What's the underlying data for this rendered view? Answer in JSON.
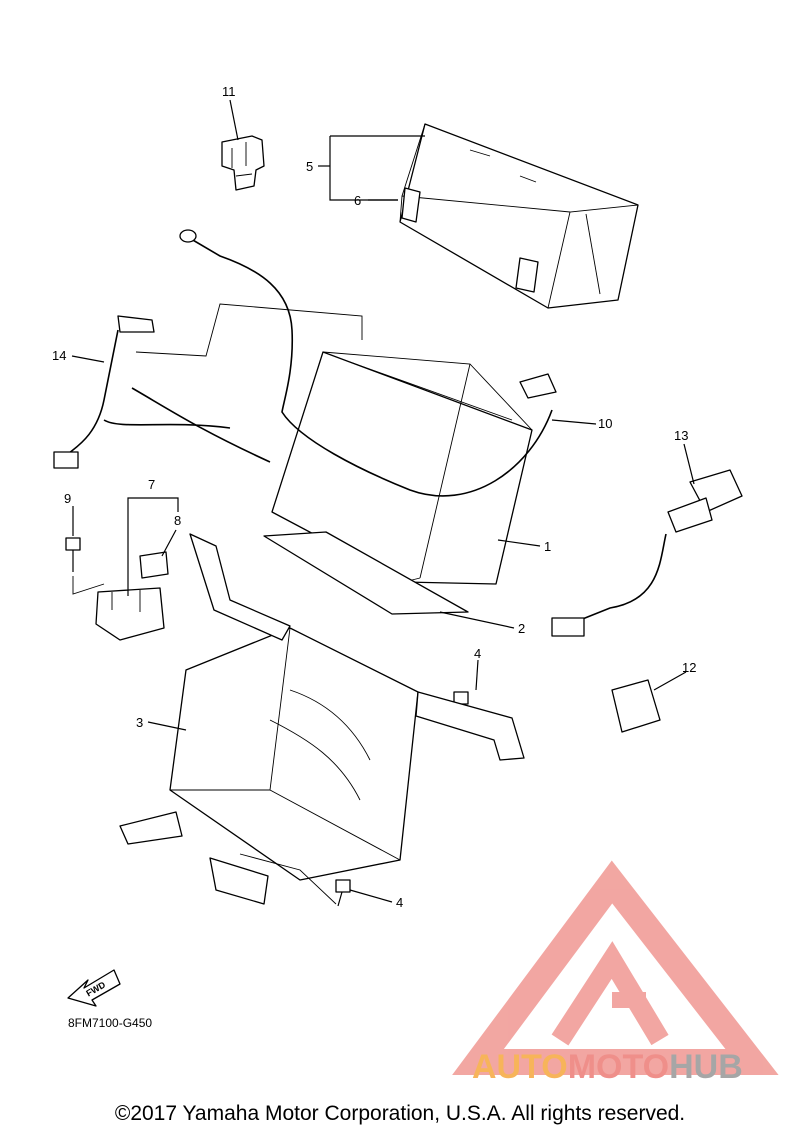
{
  "callouts": [
    {
      "id": "c1",
      "label": "1"
    },
    {
      "id": "c2",
      "label": "2"
    },
    {
      "id": "c3",
      "label": "3"
    },
    {
      "id": "c4a",
      "label": "4"
    },
    {
      "id": "c4b",
      "label": "4"
    },
    {
      "id": "c5",
      "label": "5"
    },
    {
      "id": "c6",
      "label": "6"
    },
    {
      "id": "c7",
      "label": "7"
    },
    {
      "id": "c8",
      "label": "8"
    },
    {
      "id": "c9",
      "label": "9"
    },
    {
      "id": "c10",
      "label": "10"
    },
    {
      "id": "c11",
      "label": "11"
    },
    {
      "id": "c12",
      "label": "12"
    },
    {
      "id": "c13",
      "label": "13"
    },
    {
      "id": "c14",
      "label": "14"
    }
  ],
  "fwd_label": "FWD",
  "diagram_code": "8FM7100-G450",
  "watermark": {
    "part1": "AUTO",
    "part2": "MOTO",
    "part3": "HUB",
    "colors": {
      "orange": "#f7b45a",
      "pink": "#ef8f8a",
      "gray": "#a6a6a6",
      "logo": "#f19d98"
    }
  },
  "copyright": "©2017 Yamaha Motor Corporation, U.S.A. All rights reserved."
}
